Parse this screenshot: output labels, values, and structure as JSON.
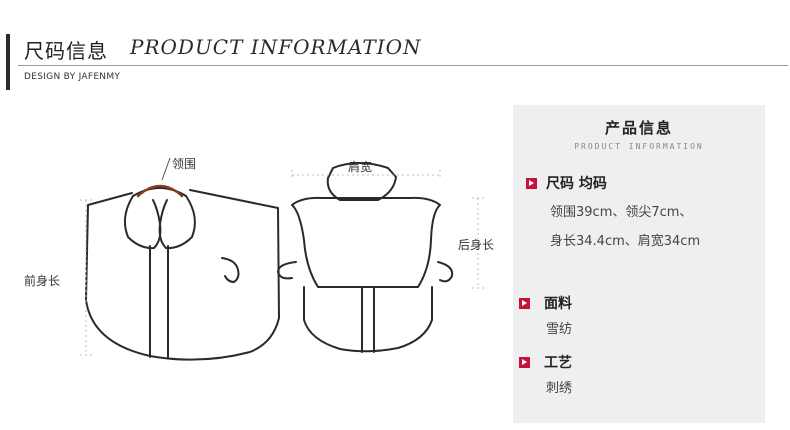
{
  "header": {
    "title_cn": "尺码信息",
    "title_en": "PRODUCT INFORMATION",
    "design_by": "DESIGN BY JAFENMY"
  },
  "diagram": {
    "label_collar": "领围",
    "label_shoulder": "肩宽",
    "label_front_length": "前身长",
    "label_back_length": "后身长"
  },
  "panel": {
    "title": "产品信息",
    "subtitle": "PRODUCT INFORMATION",
    "size": {
      "heading": "尺码 均码",
      "line1": "领围39cm、领尖7cm、",
      "line2": "身长34.4cm、肩宽34cm"
    },
    "fabric": {
      "heading": "面料",
      "value": "雪纺"
    },
    "craft": {
      "heading": "工艺",
      "value": "刺绣"
    }
  },
  "colors": {
    "accent": "#c4123a",
    "panel_bg": "#efefef",
    "line": "#2a2a2a",
    "collar_highlight": "#8b3a1a"
  },
  "icons": {
    "section_marker": "red-square-arrow-icon"
  }
}
